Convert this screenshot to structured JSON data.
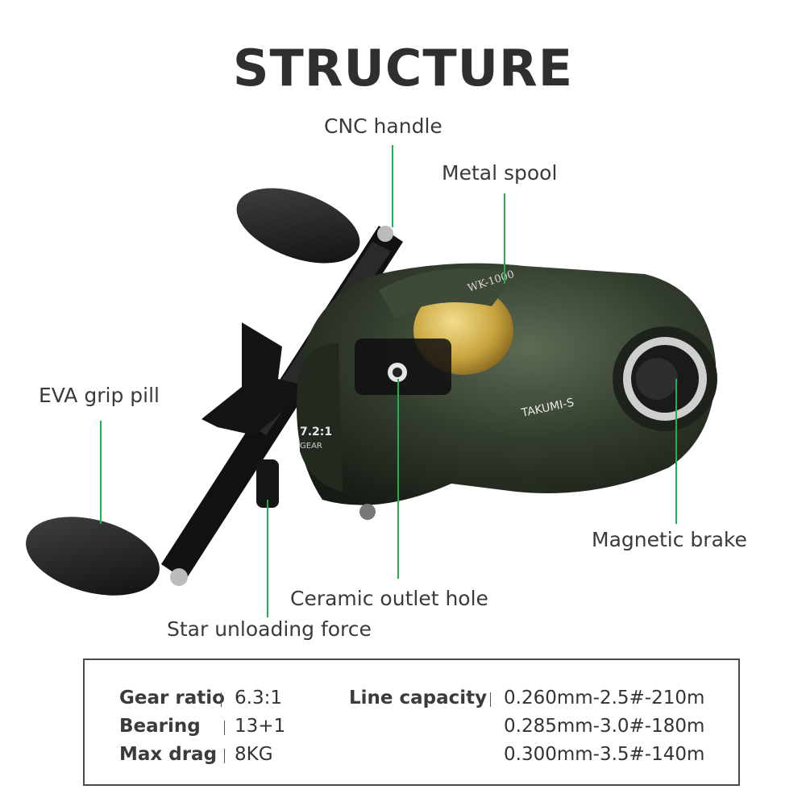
{
  "title": "STRUCTURE",
  "callouts": {
    "cnc_handle": "CNC handle",
    "metal_spool": "Metal spool",
    "eva_grip": "EVA grip pill",
    "magnetic_brake": "Magnetic brake",
    "ceramic_outlet": "Ceramic outlet hole",
    "star_drag": "Star unloading force"
  },
  "reel_markings": {
    "model": "WK-1000",
    "brand": "TAKUMI-S",
    "ratio": "7.2:1",
    "gear": "GEAR"
  },
  "specs": {
    "gear_ratio_label": "Gear ratio",
    "gear_ratio_value": "6.3:1",
    "bearing_label": "Bearing",
    "bearing_value": "13+1",
    "max_drag_label": "Max drag",
    "max_drag_value": "8KG",
    "line_capacity_label": "Line capacity",
    "line_capacity": [
      "0.260mm-2.5#-210m",
      "0.285mm-3.0#-180m",
      "0.300mm-3.5#-140m"
    ]
  },
  "colors": {
    "accent_line": "#22b04a",
    "reel_body": "#2f3a2c",
    "spool_gold": "#c9a43f"
  }
}
